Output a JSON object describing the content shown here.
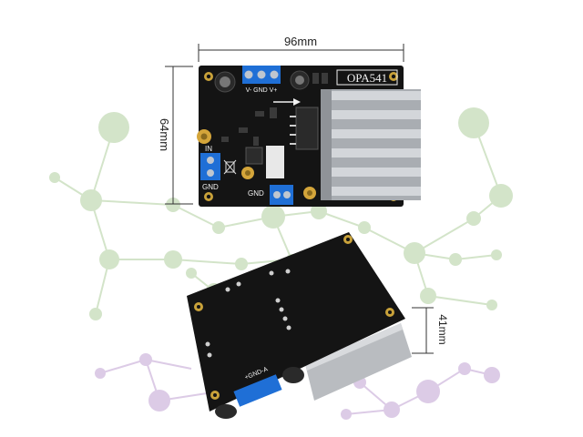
{
  "dimensions": {
    "width_label": "96mm",
    "height_label": "64mm",
    "depth_label": "41mm"
  },
  "board_top": {
    "chip_label": "OPA541",
    "power_header_label": "V- GND V+",
    "input_label": "IN",
    "input_gnd_label": "GND",
    "output_gnd_label": "GND"
  },
  "board_bottom": {
    "header_label": "+GND-A"
  },
  "colors": {
    "pcb": "#141414",
    "terminal": "#1f6fd6",
    "heatsink": "#b9bcc0",
    "network_green": "#cfe3c4",
    "network_purple": "#d9c7e3"
  }
}
